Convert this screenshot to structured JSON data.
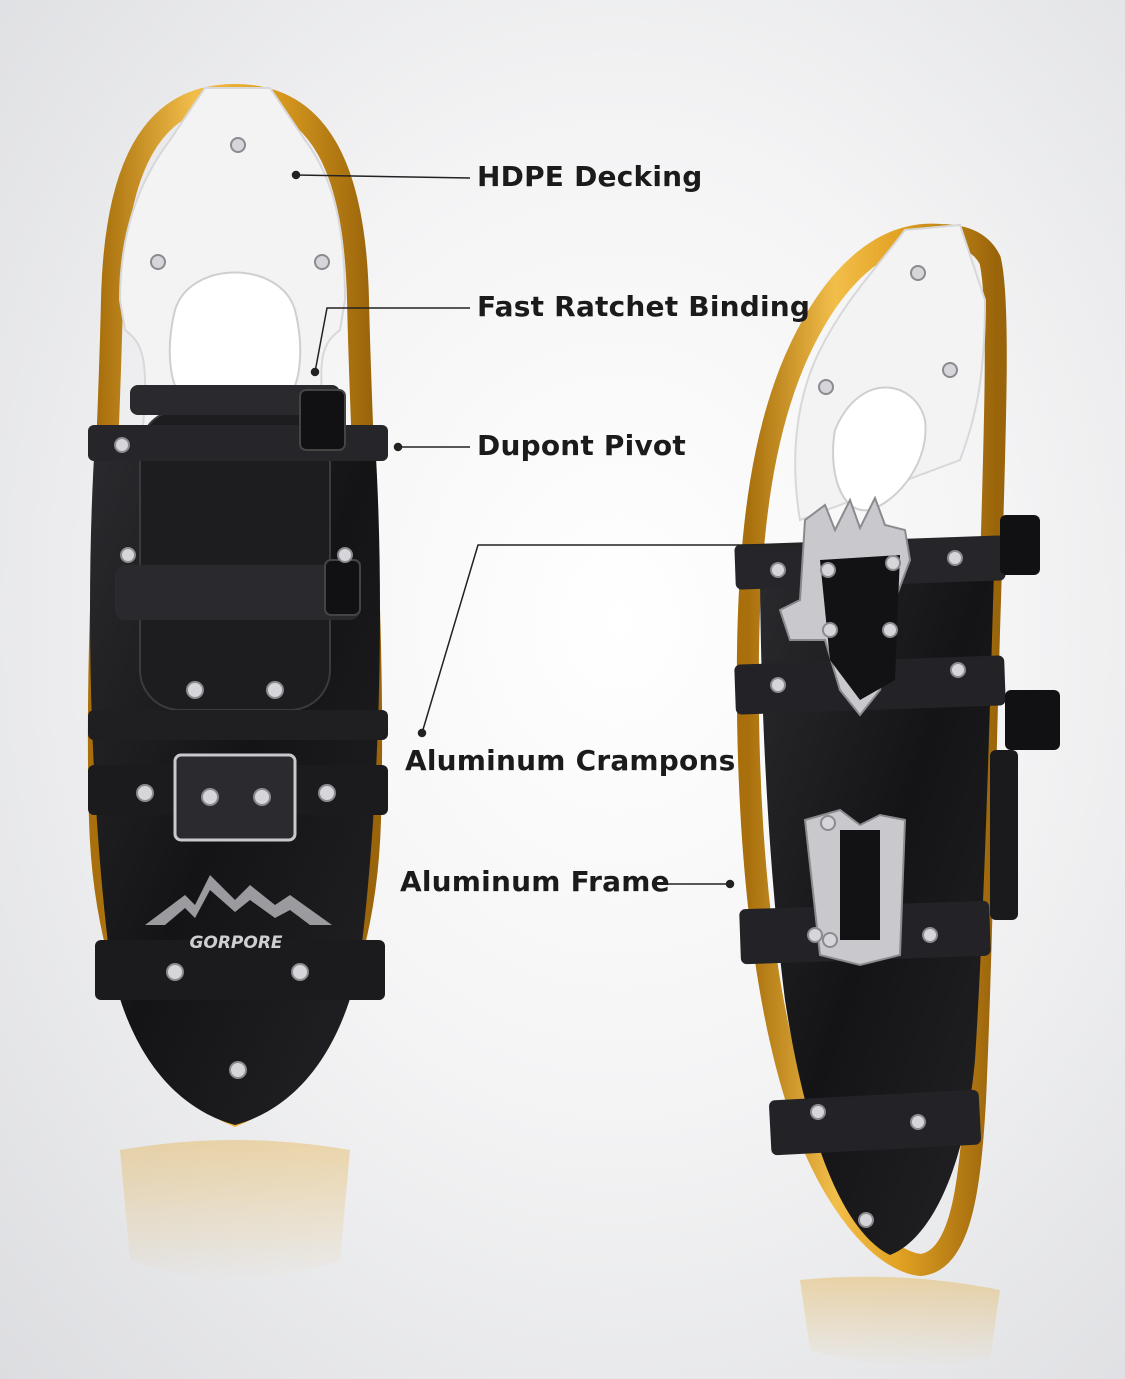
{
  "callouts": {
    "hdpe_decking": "HDPE Decking",
    "fast_ratchet_binding": "Fast Ratchet Binding",
    "dupont_pivot": "Dupont Pivot",
    "aluminum_crampons": "Aluminum Crampons",
    "aluminum_frame": "Aluminum Frame"
  },
  "brand": {
    "logo_text": "GORPORE"
  },
  "colors": {
    "frame": "#e3a324",
    "frame_dark": "#a86f0c",
    "decking": "#f3f3f4",
    "base": "#17171a",
    "strap": "#26262a",
    "steel": "#c9c9cd",
    "logo_grey": "#9b9b9f"
  }
}
